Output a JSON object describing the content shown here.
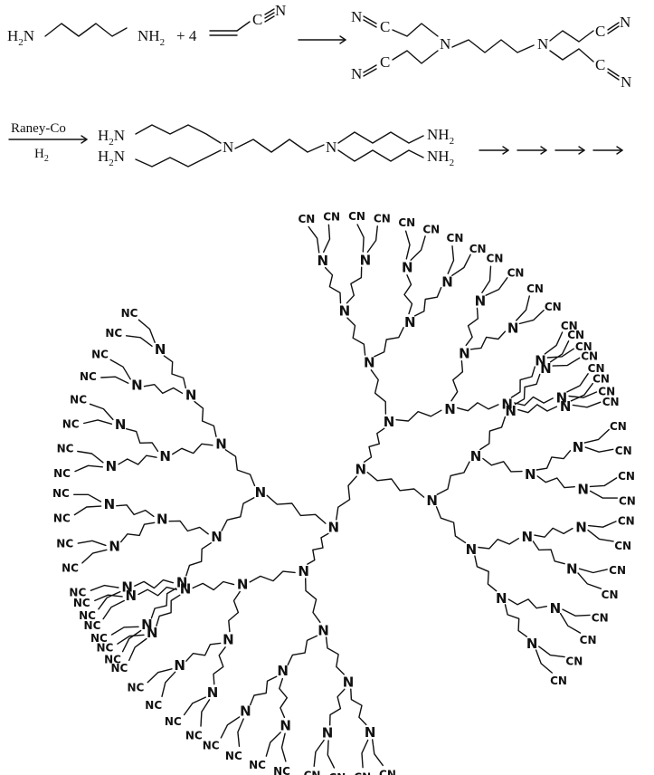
{
  "scheme": {
    "reactant_amine": [
      "H",
      "2",
      "N",
      "NH",
      "2"
    ],
    "plus": "+ 4",
    "acrylonitrile_label": [
      "C",
      "N"
    ],
    "nitrile_label": [
      "C",
      "N"
    ],
    "amine_N": "N",
    "reagent_top": "Raney-Co",
    "reagent_bottom": [
      "H",
      "2"
    ],
    "product_H2N": [
      "H",
      "2",
      "N"
    ],
    "product_NH2": [
      "NH",
      "2"
    ]
  },
  "dendrimer": {
    "core_label": "N",
    "branch_label": "N",
    "terminal_cn": "CN",
    "terminal_nc": "NC",
    "terminal_count": 64
  }
}
